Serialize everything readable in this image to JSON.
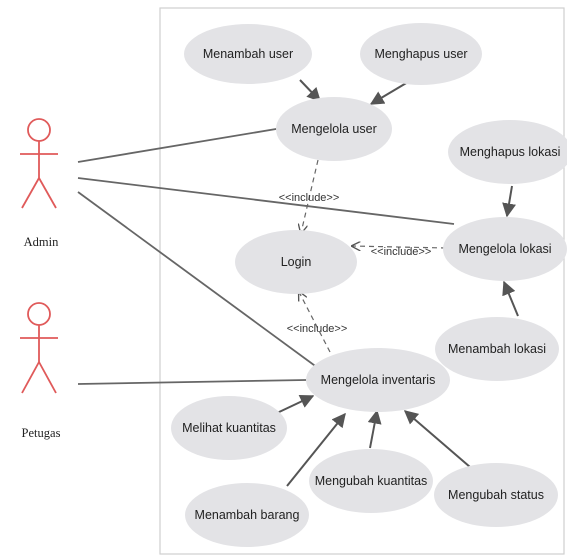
{
  "actors": {
    "admin": "Admin",
    "petugas": "Petugas"
  },
  "use_cases": {
    "menambah_user": "Menambah user",
    "menghapus_user": "Menghapus user",
    "mengelola_user": "Mengelola user",
    "menghapus_lokasi": "Menghapus lokasi",
    "login": "Login",
    "mengelola_lokasi": "Mengelola lokasi",
    "menambah_lokasi": "Menambah lokasi",
    "mengelola_inventaris": "Mengelola inventaris",
    "melihat_kuantitas": "Melihat kuantitas",
    "mengubah_kuantitas": "Mengubah kuantitas",
    "mengubah_status": "Mengubah status",
    "menambah_barang": "Menambah barang"
  },
  "relations": {
    "include_user": "<<include>>",
    "include_lokasi": "<<include>>",
    "include_inventaris": "<<include>>"
  },
  "colors": {
    "usecase_fill": "#e3e3e6",
    "line": "#666666",
    "actor": "#e05a5a",
    "boundary": "#cfcfcf"
  }
}
